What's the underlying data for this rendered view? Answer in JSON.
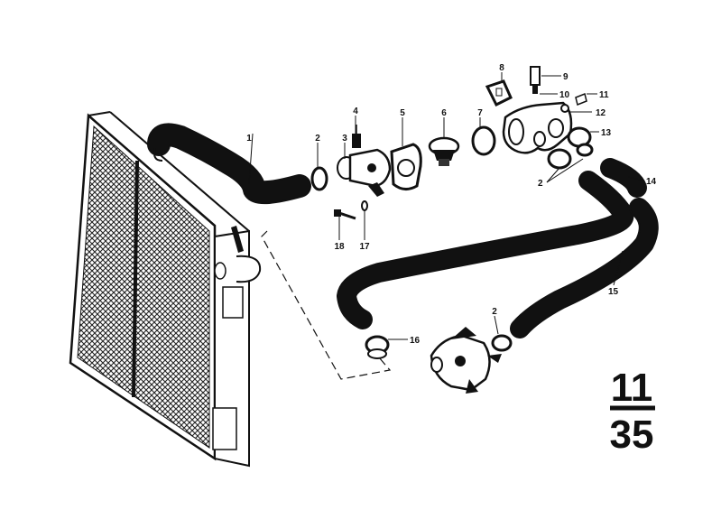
{
  "diagram": {
    "sheet_number_top": "11",
    "sheet_number_bottom": "35",
    "callouts": [
      "1",
      "2",
      "3",
      "4",
      "5",
      "6",
      "7",
      "8",
      "9",
      "10",
      "11",
      "12",
      "13",
      "2",
      "14",
      "15",
      "16",
      "2",
      "17",
      "18"
    ]
  }
}
